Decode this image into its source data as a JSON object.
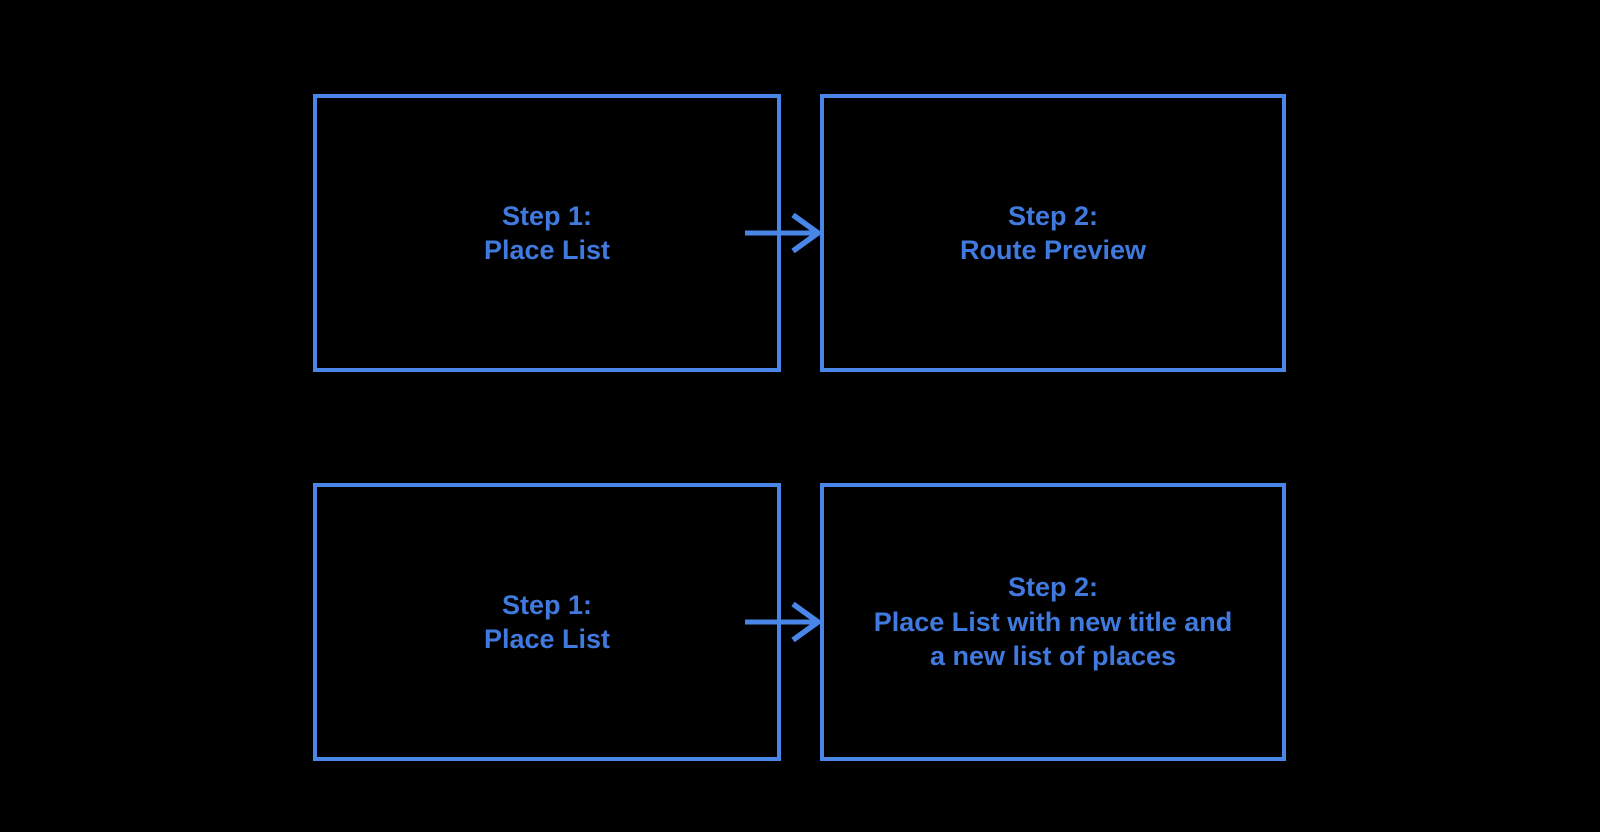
{
  "diagram": {
    "background": "#000000",
    "border_color": "#4a86e8",
    "arrow_color": "#4a86e8",
    "text_color": "#407ade",
    "rows": [
      {
        "source": {
          "lines": [
            "Step 1:",
            "Place List"
          ]
        },
        "arrow": "right-arrow",
        "target": {
          "lines": [
            "Step 2:",
            "Route Preview"
          ]
        }
      },
      {
        "source": {
          "lines": [
            "Step 1:",
            "Place List"
          ]
        },
        "arrow": "right-arrow",
        "target": {
          "lines": [
            "Step 2:",
            "Place List with new title and",
            "a new list of places"
          ]
        }
      }
    ]
  }
}
